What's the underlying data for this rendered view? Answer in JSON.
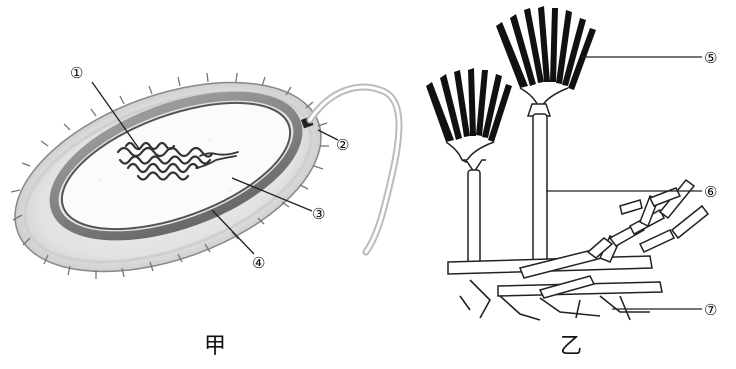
{
  "diagram": {
    "panels": [
      {
        "id": "jia",
        "caption": "甲"
      },
      {
        "id": "yi",
        "caption": "乙"
      }
    ],
    "labels": [
      {
        "id": "1",
        "text": "①"
      },
      {
        "id": "2",
        "text": "②"
      },
      {
        "id": "3",
        "text": "③"
      },
      {
        "id": "4",
        "text": "④"
      },
      {
        "id": "5",
        "text": "⑤"
      },
      {
        "id": "6",
        "text": "⑥"
      },
      {
        "id": "7",
        "text": "⑦"
      }
    ]
  }
}
